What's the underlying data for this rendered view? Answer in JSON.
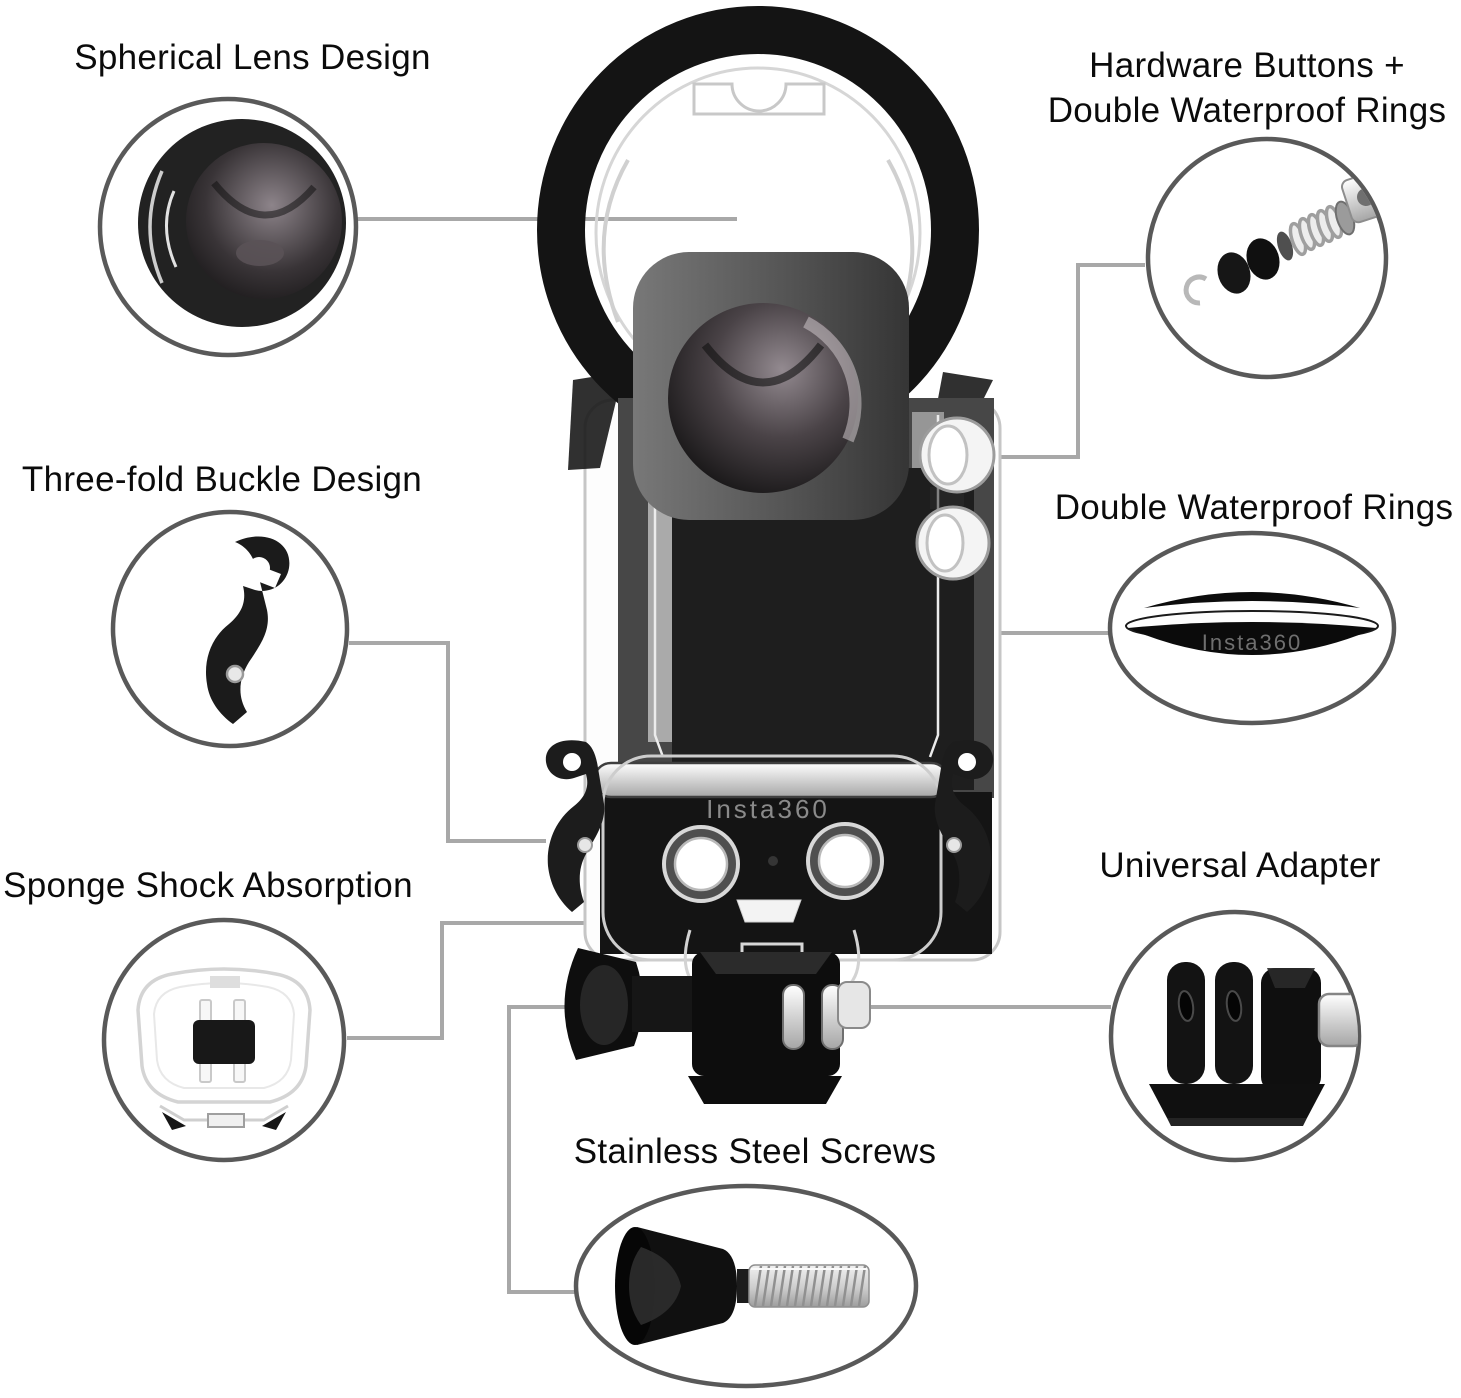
{
  "title": "Waterproof dive case feature diagram",
  "brand": "Insta360",
  "colors": {
    "background": "#ffffff",
    "text": "#0b0b0b",
    "connector": "#a8a8a8",
    "callout_outline": "#595959",
    "part_black": "#111111",
    "metal_silver": "#d9d9d9"
  },
  "callouts": {
    "spherical_lens": {
      "label": "Spherical Lens Design"
    },
    "hardware_buttons": {
      "label": "Hardware Buttons +\nDouble Waterproof Rings"
    },
    "three_fold_buckle": {
      "label": "Three-fold Buckle Design"
    },
    "double_waterproof_rings": {
      "label": "Double Waterproof Rings"
    },
    "sponge_shock": {
      "label": "Sponge Shock Absorption"
    },
    "universal_adapter": {
      "label": "Universal Adapter"
    },
    "stainless_screws": {
      "label": "Stainless Steel Screws"
    }
  }
}
